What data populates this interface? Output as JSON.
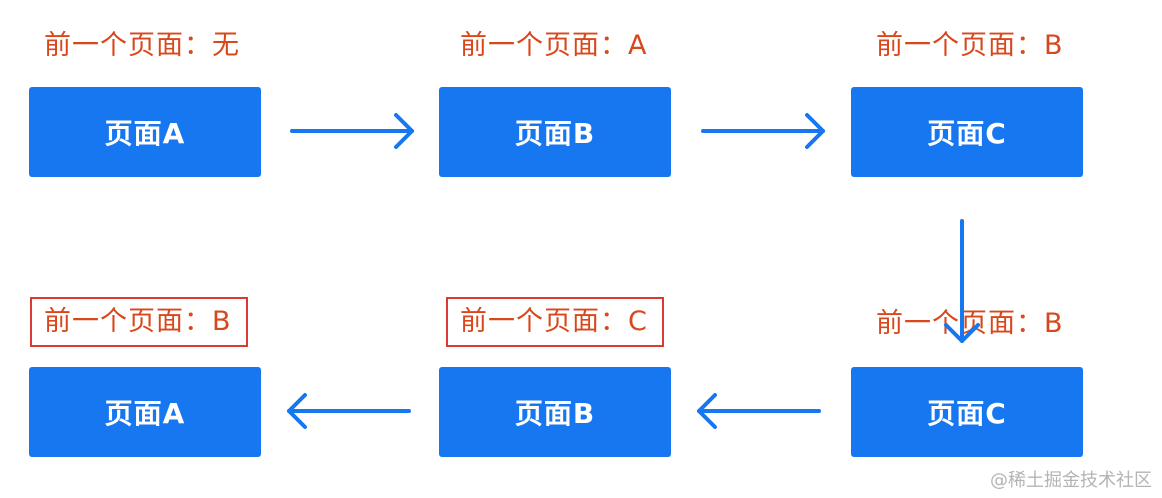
{
  "colors": {
    "page_box": "#1677f0",
    "page_text": "#ffffff",
    "label_text": "#d9481c",
    "highlight_border": "#d93a34",
    "arrow": "#1677f0",
    "watermark": "#b4b4b4"
  },
  "rows": [
    {
      "direction": "forward",
      "steps": [
        {
          "prev_label": "前一个页面：无",
          "page": "页面A",
          "highlighted": false
        },
        {
          "prev_label": "前一个页面：A",
          "page": "页面B",
          "highlighted": false
        },
        {
          "prev_label": "前一个页面：B",
          "page": "页面C",
          "highlighted": false
        }
      ]
    },
    {
      "direction": "back",
      "steps": [
        {
          "prev_label": "前一个页面：B",
          "page": "页面A",
          "highlighted": true
        },
        {
          "prev_label": "前一个页面：C",
          "page": "页面B",
          "highlighted": true
        },
        {
          "prev_label": "前一个页面：B",
          "page": "页面C",
          "highlighted": false
        }
      ]
    }
  ],
  "watermark": "@稀土掘金技术社区"
}
